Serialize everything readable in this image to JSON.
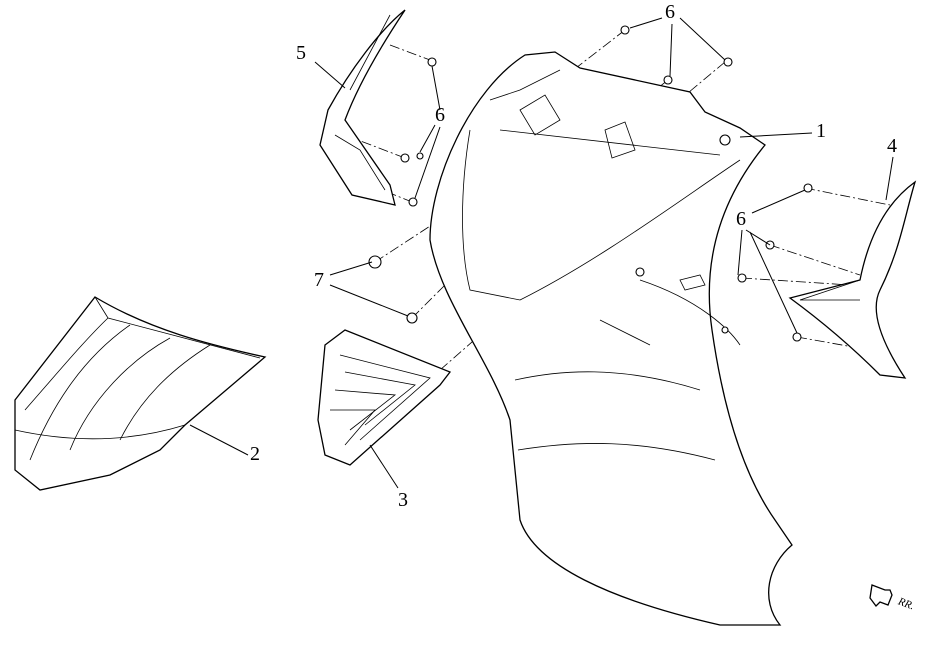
{
  "callouts": {
    "part1": "1",
    "part2": "2",
    "part3": "3",
    "part4": "4",
    "part5": "5",
    "part6_top": "6",
    "part6_left": "6",
    "part6_right": "6",
    "part7": "7"
  },
  "direction_marker": "RR."
}
